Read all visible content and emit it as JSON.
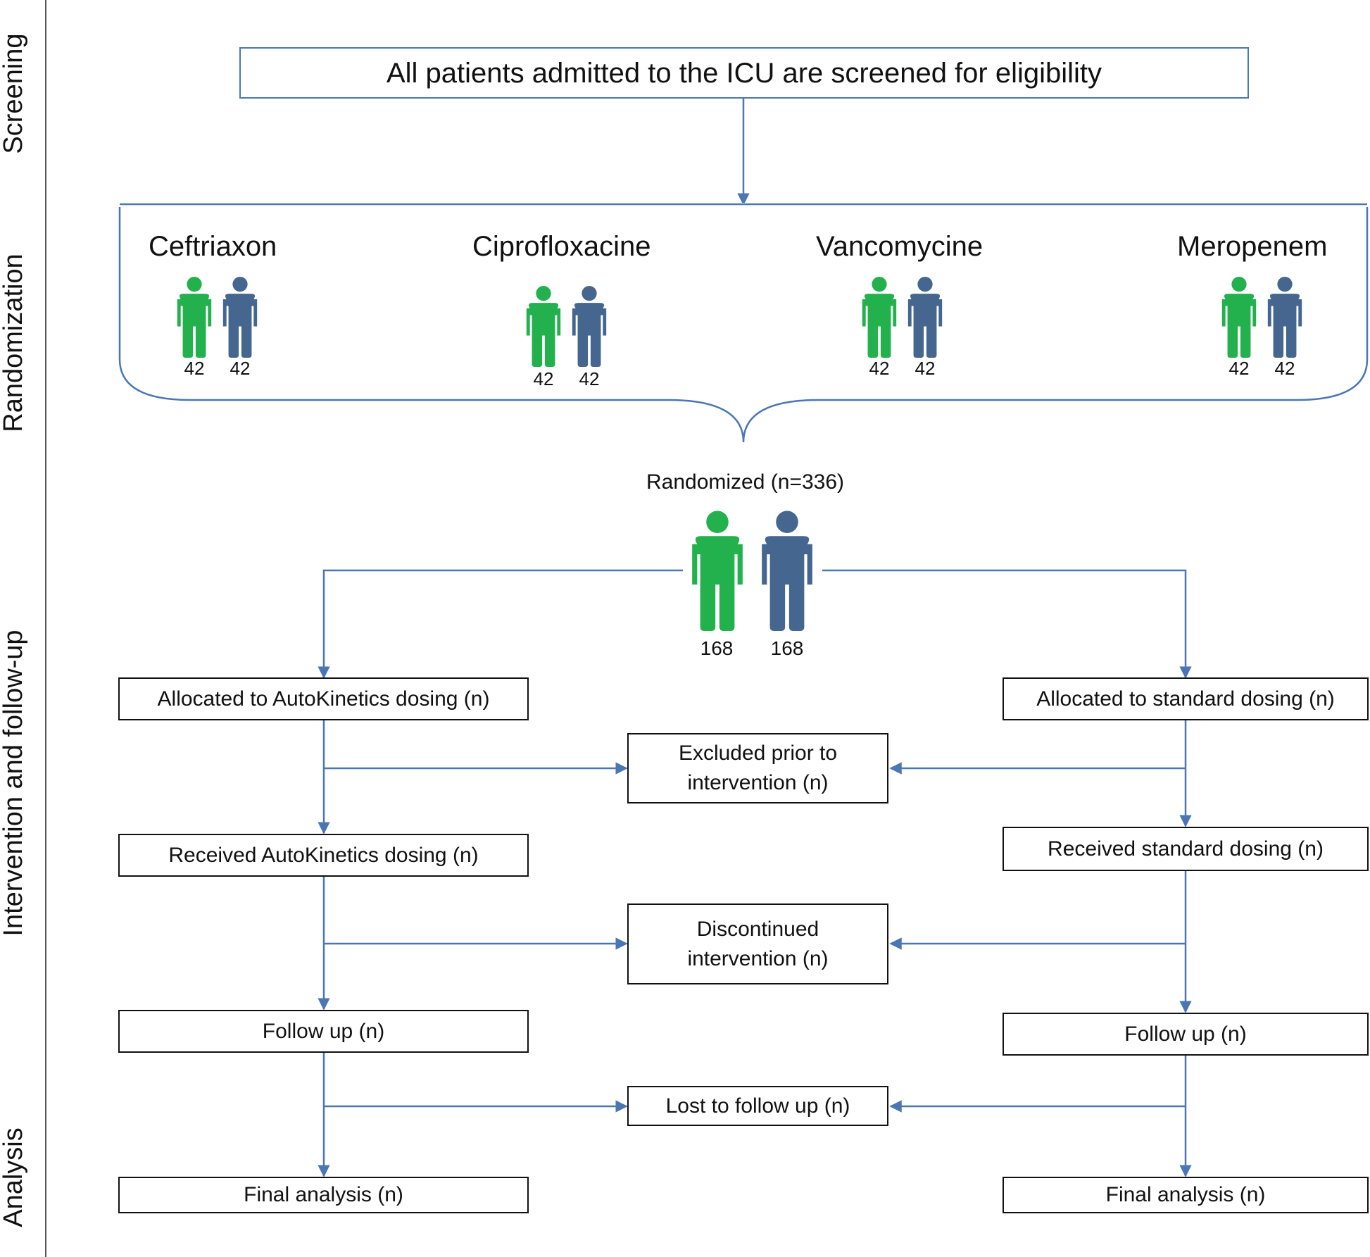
{
  "phases": {
    "screening": "Screening",
    "randomization": "Randomization",
    "intervention": "Intervention and follow-up",
    "analysis": "Analysis"
  },
  "screening_box": "All patients admitted to the ICU are screened for eligibility",
  "drugs": [
    {
      "name": "Ceftriaxon",
      "group_a": "42",
      "group_b": "42"
    },
    {
      "name": "Ciprofloxacine",
      "group_a": "42",
      "group_b": "42"
    },
    {
      "name": "Vancomycine",
      "group_a": "42",
      "group_b": "42"
    },
    {
      "name": "Meropenem",
      "group_a": "42",
      "group_b": "42"
    }
  ],
  "randomized": {
    "label": "Randomized (n=336)",
    "group_a": "168",
    "group_b": "168"
  },
  "left_arm": {
    "allocated": "Allocated to AutoKinetics dosing (n)",
    "received": "Received AutoKinetics dosing (n)",
    "follow_up": "Follow up (n)",
    "final": "Final analysis (n)"
  },
  "right_arm": {
    "allocated": "Allocated to standard dosing (n)",
    "received": "Received standard dosing (n)",
    "follow_up": "Follow up (n)",
    "final": "Final analysis (n)"
  },
  "middle": {
    "excluded_1": "Excluded prior to",
    "excluded_2": "intervention (n)",
    "discontinued_1": "Discontinued",
    "discontinued_2": "intervention (n)",
    "lost": "Lost to follow up (n)"
  },
  "colors": {
    "group_a": "#22b14c",
    "group_b": "#44668f",
    "line": "#4a77b4"
  }
}
